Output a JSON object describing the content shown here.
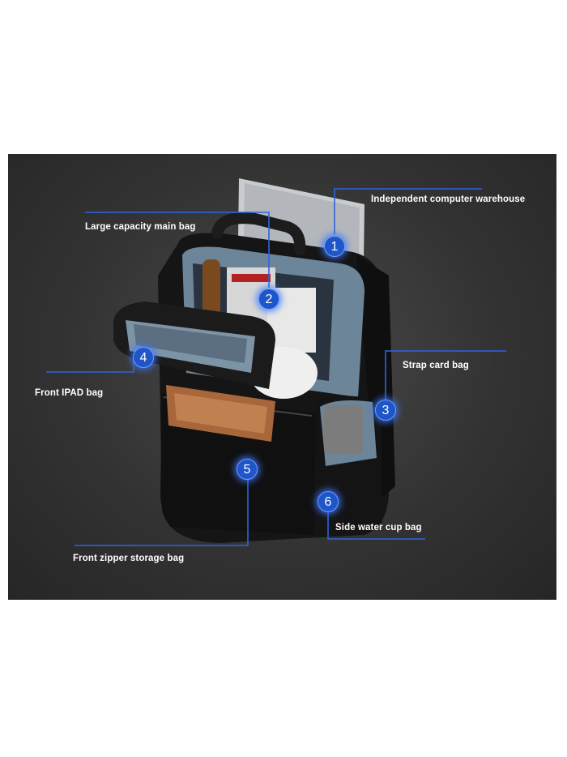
{
  "colors": {
    "panel_background": "#333333",
    "leader_line": "#2f63e0",
    "badge_fill": "#1e55c8",
    "label_text": "#ffffff"
  },
  "callouts": [
    {
      "number": "1",
      "label": "Independent computer warehouse"
    },
    {
      "number": "2",
      "label": "Large capacity main bag"
    },
    {
      "number": "3",
      "label": "Strap card bag"
    },
    {
      "number": "4",
      "label": "Front IPAD bag"
    },
    {
      "number": "5",
      "label": "Front zipper storage bag"
    },
    {
      "number": "6",
      "label": "Side water cup bag"
    }
  ]
}
